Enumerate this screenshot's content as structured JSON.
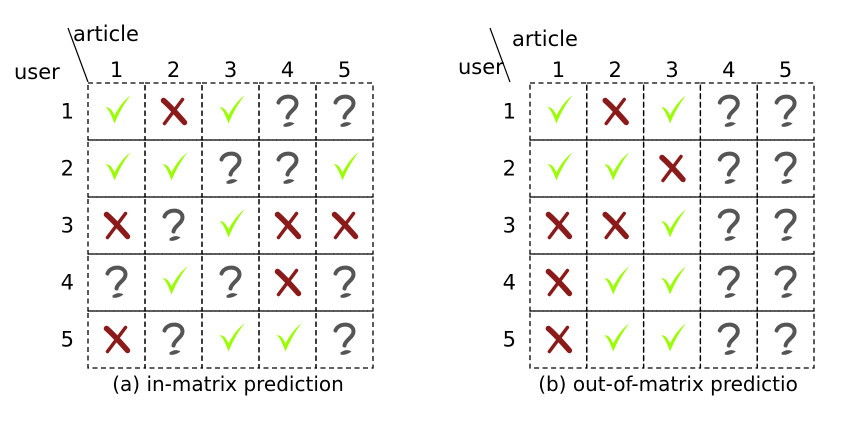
{
  "panels": [
    {
      "corner_top": "article",
      "corner_left": "user",
      "columns": [
        "1",
        "2",
        "3",
        "4",
        "5"
      ],
      "rows": [
        "1",
        "2",
        "3",
        "4",
        "5"
      ],
      "caption": "(a) in-matrix prediction",
      "matrix": [
        [
          "check",
          "cross",
          "check",
          "unknown",
          "unknown"
        ],
        [
          "check",
          "check",
          "unknown",
          "unknown",
          "check"
        ],
        [
          "cross",
          "unknown",
          "check",
          "cross",
          "cross"
        ],
        [
          "unknown",
          "check",
          "unknown",
          "cross",
          "unknown"
        ],
        [
          "cross",
          "unknown",
          "check",
          "check",
          "unknown"
        ]
      ]
    },
    {
      "corner_top": "article",
      "corner_left": "user",
      "columns": [
        "1",
        "2",
        "3",
        "4",
        "5"
      ],
      "rows": [
        "1",
        "2",
        "3",
        "4",
        "5"
      ],
      "caption": "(b) out-of-matrix predictio",
      "matrix": [
        [
          "check",
          "cross",
          "check",
          "unknown",
          "unknown"
        ],
        [
          "check",
          "check",
          "cross",
          "unknown",
          "unknown"
        ],
        [
          "cross",
          "cross",
          "check",
          "unknown",
          "unknown"
        ],
        [
          "cross",
          "check",
          "check",
          "unknown",
          "unknown"
        ],
        [
          "cross",
          "check",
          "check",
          "unknown",
          "unknown"
        ]
      ]
    }
  ],
  "symbols": {
    "check": {
      "icon": "check-icon",
      "color": "#99ff00"
    },
    "cross": {
      "icon": "cross-icon",
      "color": "#8b1a1a"
    },
    "unknown": {
      "icon": "question-icon",
      "color": "#555555"
    }
  }
}
